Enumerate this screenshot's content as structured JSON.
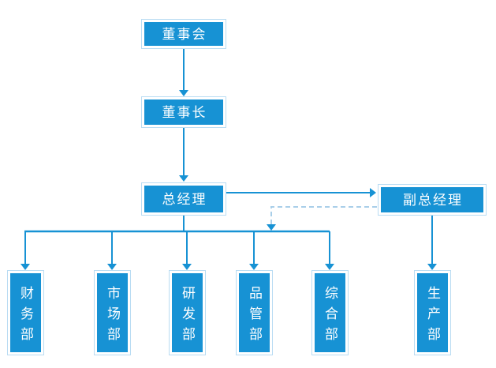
{
  "org_chart": {
    "title": "",
    "nodes": {
      "board": {
        "label": "董事会",
        "level": 1
      },
      "chairman": {
        "label": "董事长",
        "level": 2
      },
      "general_manager": {
        "label": "总经理",
        "level": 3
      },
      "deputy_general_manager": {
        "label": "副总经理",
        "level": 3
      },
      "finance": {
        "label": "财务部",
        "level": 4
      },
      "marketing": {
        "label": "市场部",
        "level": 4
      },
      "rnd": {
        "label": "研发部",
        "level": 4
      },
      "quality": {
        "label": "品管部",
        "level": 4
      },
      "general_affairs": {
        "label": "综合部",
        "level": 4
      },
      "production": {
        "label": "生产部",
        "level": 4
      }
    },
    "edges": [
      {
        "from": "board",
        "to": "chairman",
        "style": "solid-arrow"
      },
      {
        "from": "chairman",
        "to": "general_manager",
        "style": "solid-arrow"
      },
      {
        "from": "general_manager",
        "to": "deputy_general_manager",
        "style": "solid-arrow"
      },
      {
        "from": "deputy_general_manager",
        "to": "department-branch-line",
        "style": "dashed-arrow"
      },
      {
        "from": "general_manager",
        "to": "finance",
        "style": "solid-arrow"
      },
      {
        "from": "general_manager",
        "to": "marketing",
        "style": "solid-arrow"
      },
      {
        "from": "general_manager",
        "to": "rnd",
        "style": "solid-arrow"
      },
      {
        "from": "general_manager",
        "to": "quality",
        "style": "solid-arrow"
      },
      {
        "from": "general_manager",
        "to": "general_affairs",
        "style": "solid-arrow"
      },
      {
        "from": "deputy_general_manager",
        "to": "production",
        "style": "solid-arrow"
      }
    ],
    "colors": {
      "node_fill": "#1792d4",
      "node_outline": "#b9dcf3",
      "node_inner_border": "#ffffff",
      "connector": "#1792d4",
      "dashed_connector": "#a9cfe9",
      "text": "#ffffff",
      "background": "#ffffff"
    }
  }
}
